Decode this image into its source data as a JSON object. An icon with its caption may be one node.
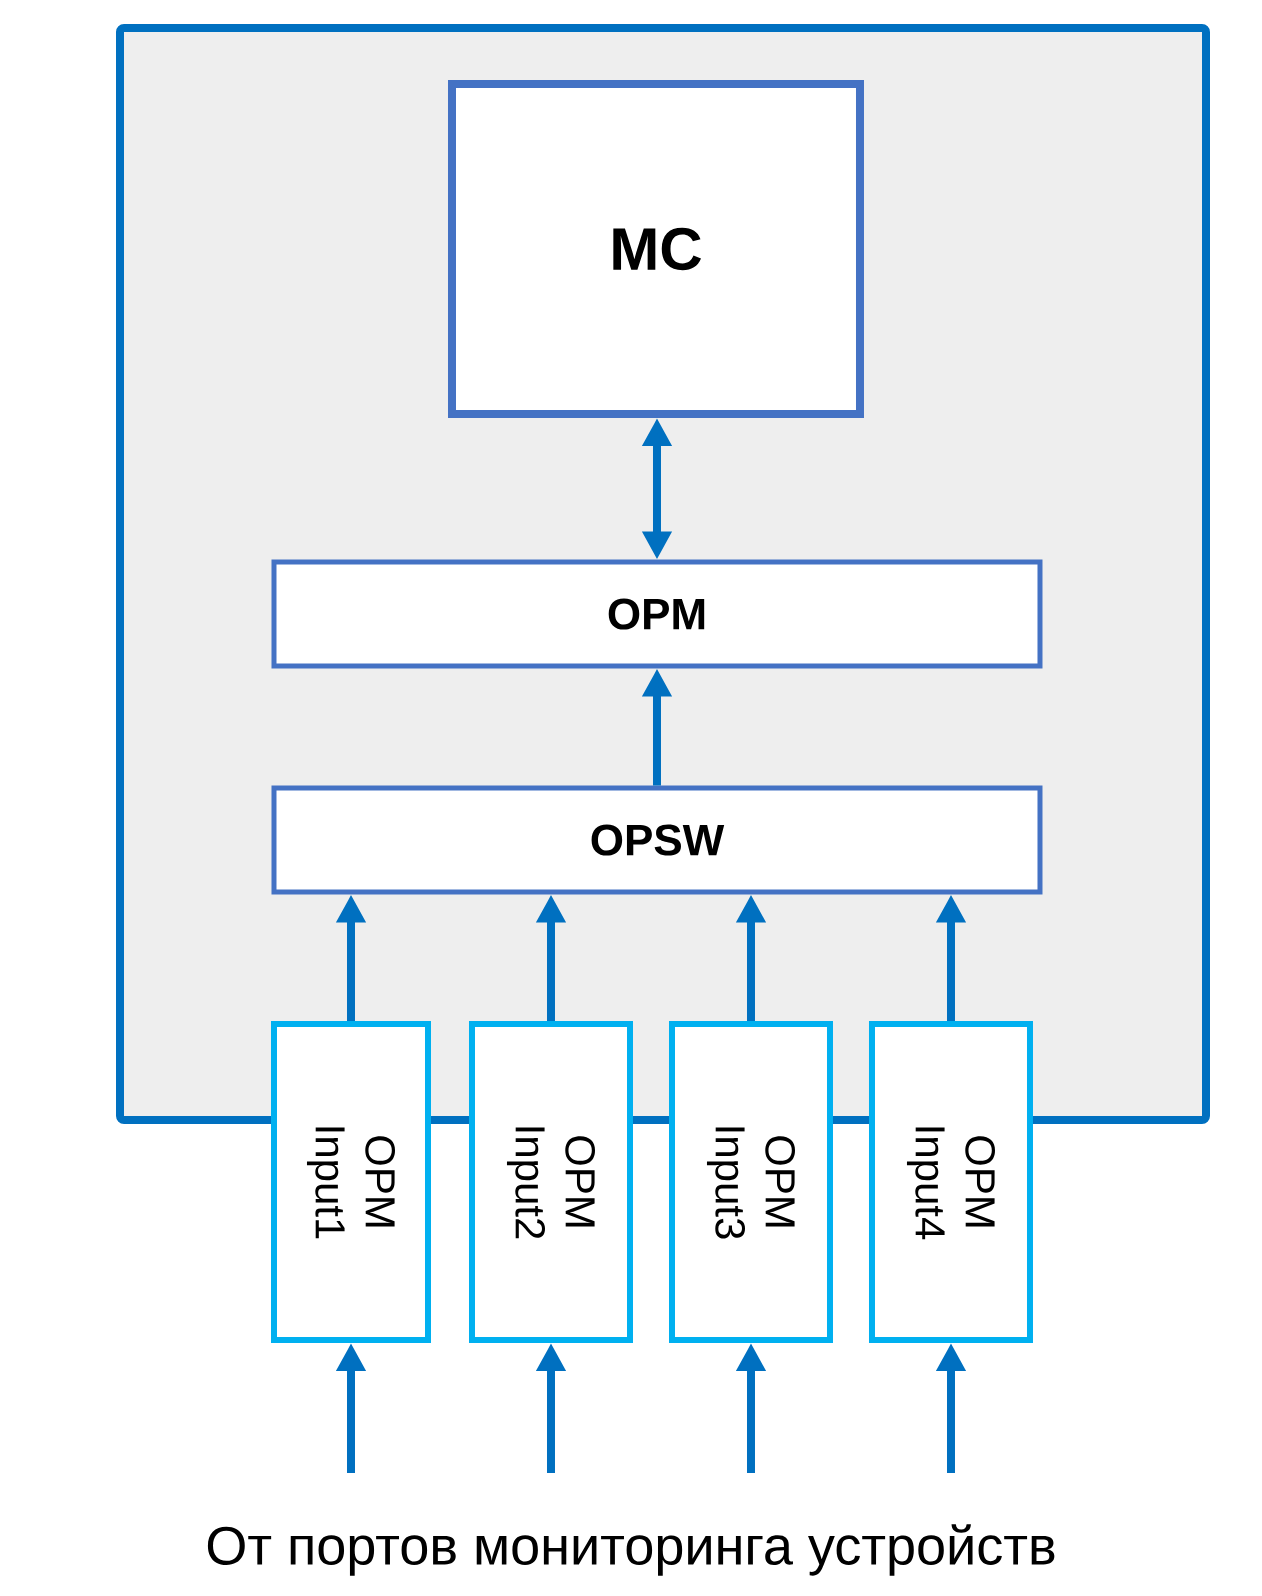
{
  "diagram": {
    "nodes": [
      {
        "text": [],
        "shape": "box"
      },
      {
        "text": [
          "MC"
        ],
        "in": 0
      },
      {
        "text": [
          "OPM"
        ],
        "in": 0
      },
      {
        "text": [
          "OPSW"
        ],
        "in": 0
      },
      {
        "text": [
          "OPM Input1"
        ]
      },
      {
        "text": [
          "OPM Input2"
        ]
      },
      {
        "text": [
          "OPM Input3"
        ]
      },
      {
        "text": [
          "OPM Input4"
        ]
      }
    ],
    "edges": [
      {
        "from": 2,
        "to": 1,
        "arrow": "both"
      },
      {
        "from": 3,
        "to": 2,
        "arrow": "to"
      },
      {
        "from": 4,
        "to": 3,
        "arrow": "to"
      },
      {
        "from": 5,
        "to": 3,
        "arrow": "to"
      },
      {
        "from": 6,
        "to": 3,
        "arrow": "to"
      },
      {
        "from": 7,
        "to": 3,
        "arrow": "to"
      },
      {
        "from": null,
        "to": 4,
        "arrow": "to"
      },
      {
        "from": null,
        "to": 5,
        "arrow": "to"
      },
      {
        "from": null,
        "to": 6,
        "arrow": "to"
      },
      {
        "from": null,
        "to": 7,
        "arrow": "to"
      }
    ],
    "labels": [
      "От портов мониторинга устройств"
    ]
  }
}
